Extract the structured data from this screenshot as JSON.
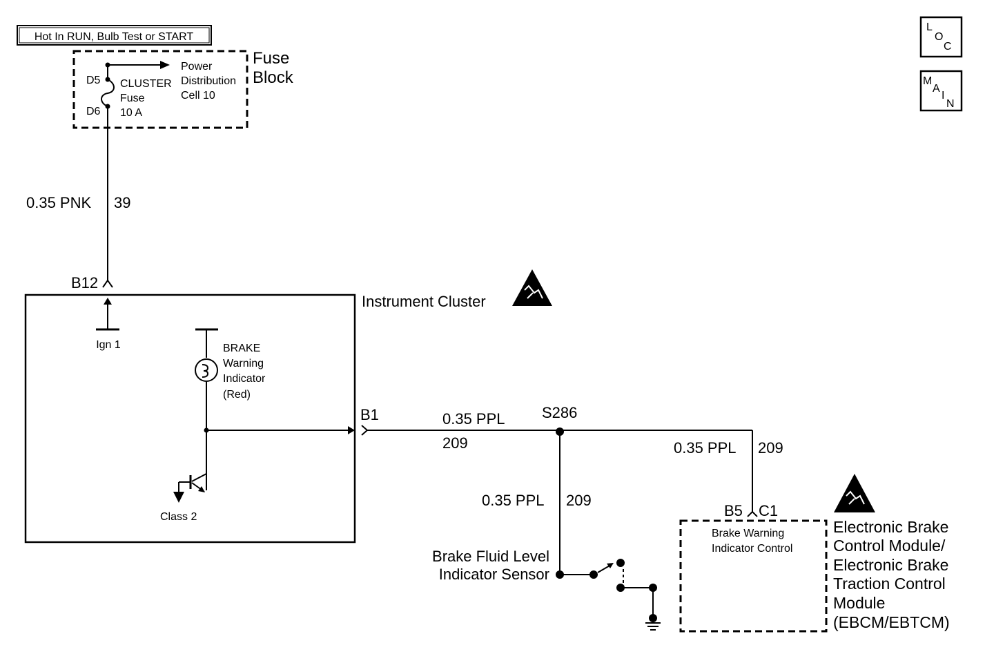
{
  "power_label": "Hot In RUN, Bulb Test or START",
  "nav": {
    "loc": [
      "L",
      "O",
      "C"
    ],
    "main": [
      "M",
      "A",
      "I",
      "N"
    ]
  },
  "fuse_block": {
    "title_line1": "Fuse",
    "title_line2": "Block",
    "pin_top": "D5",
    "pin_bottom": "D6",
    "fuse_name": "CLUSTER",
    "fuse_word": "Fuse",
    "fuse_rating": "10 A",
    "pd_line1": "Power",
    "pd_line2": "Distribution",
    "pd_line3": "Cell 10"
  },
  "wire_39": {
    "gauge": "0.35 PNK",
    "circuit": "39"
  },
  "instrument_cluster": {
    "title": "Instrument Cluster",
    "connector_b12": "B12",
    "ign_label": "Ign 1",
    "lamp_line1": "BRAKE",
    "lamp_line2": "Warning",
    "lamp_line3": "Indicator",
    "lamp_line4": "(Red)",
    "class2_label": "Class 2",
    "connector_b1": "B1"
  },
  "wire_209_main": {
    "gauge": "0.35 PPL",
    "circuit": "209"
  },
  "splice": "S286",
  "wire_209_right": {
    "gauge": "0.35 PPL",
    "circuit": "209"
  },
  "wire_209_down": {
    "gauge": "0.35 PPL",
    "circuit": "209"
  },
  "sensor": {
    "line1": "Brake Fluid Level",
    "line2": "Indicator Sensor"
  },
  "ebcm": {
    "connector_pin": "B5",
    "connector_id": "C1",
    "inner_line1": "Brake Warning",
    "inner_line2": "Indicator Control",
    "name_line1": "Electronic Brake",
    "name_line2": "Control Module/",
    "name_line3": "Electronic Brake",
    "name_line4": "Traction Control",
    "name_line5": "Module",
    "name_line6": "(EBCM/EBTCM)"
  }
}
